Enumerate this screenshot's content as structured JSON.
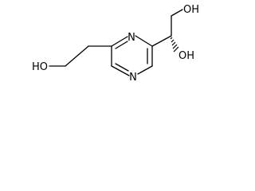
{
  "structure": {
    "atom_labels": {
      "ring_n_top": "N",
      "ring_n_bottom": "N",
      "hydroxyl_top_right": "OH",
      "hydroxyl_right": "OH",
      "hydroxyl_left": "HO"
    },
    "stereo_bond": "hashed-wedge",
    "bond_color": "#000000",
    "label_color": "#000000"
  }
}
